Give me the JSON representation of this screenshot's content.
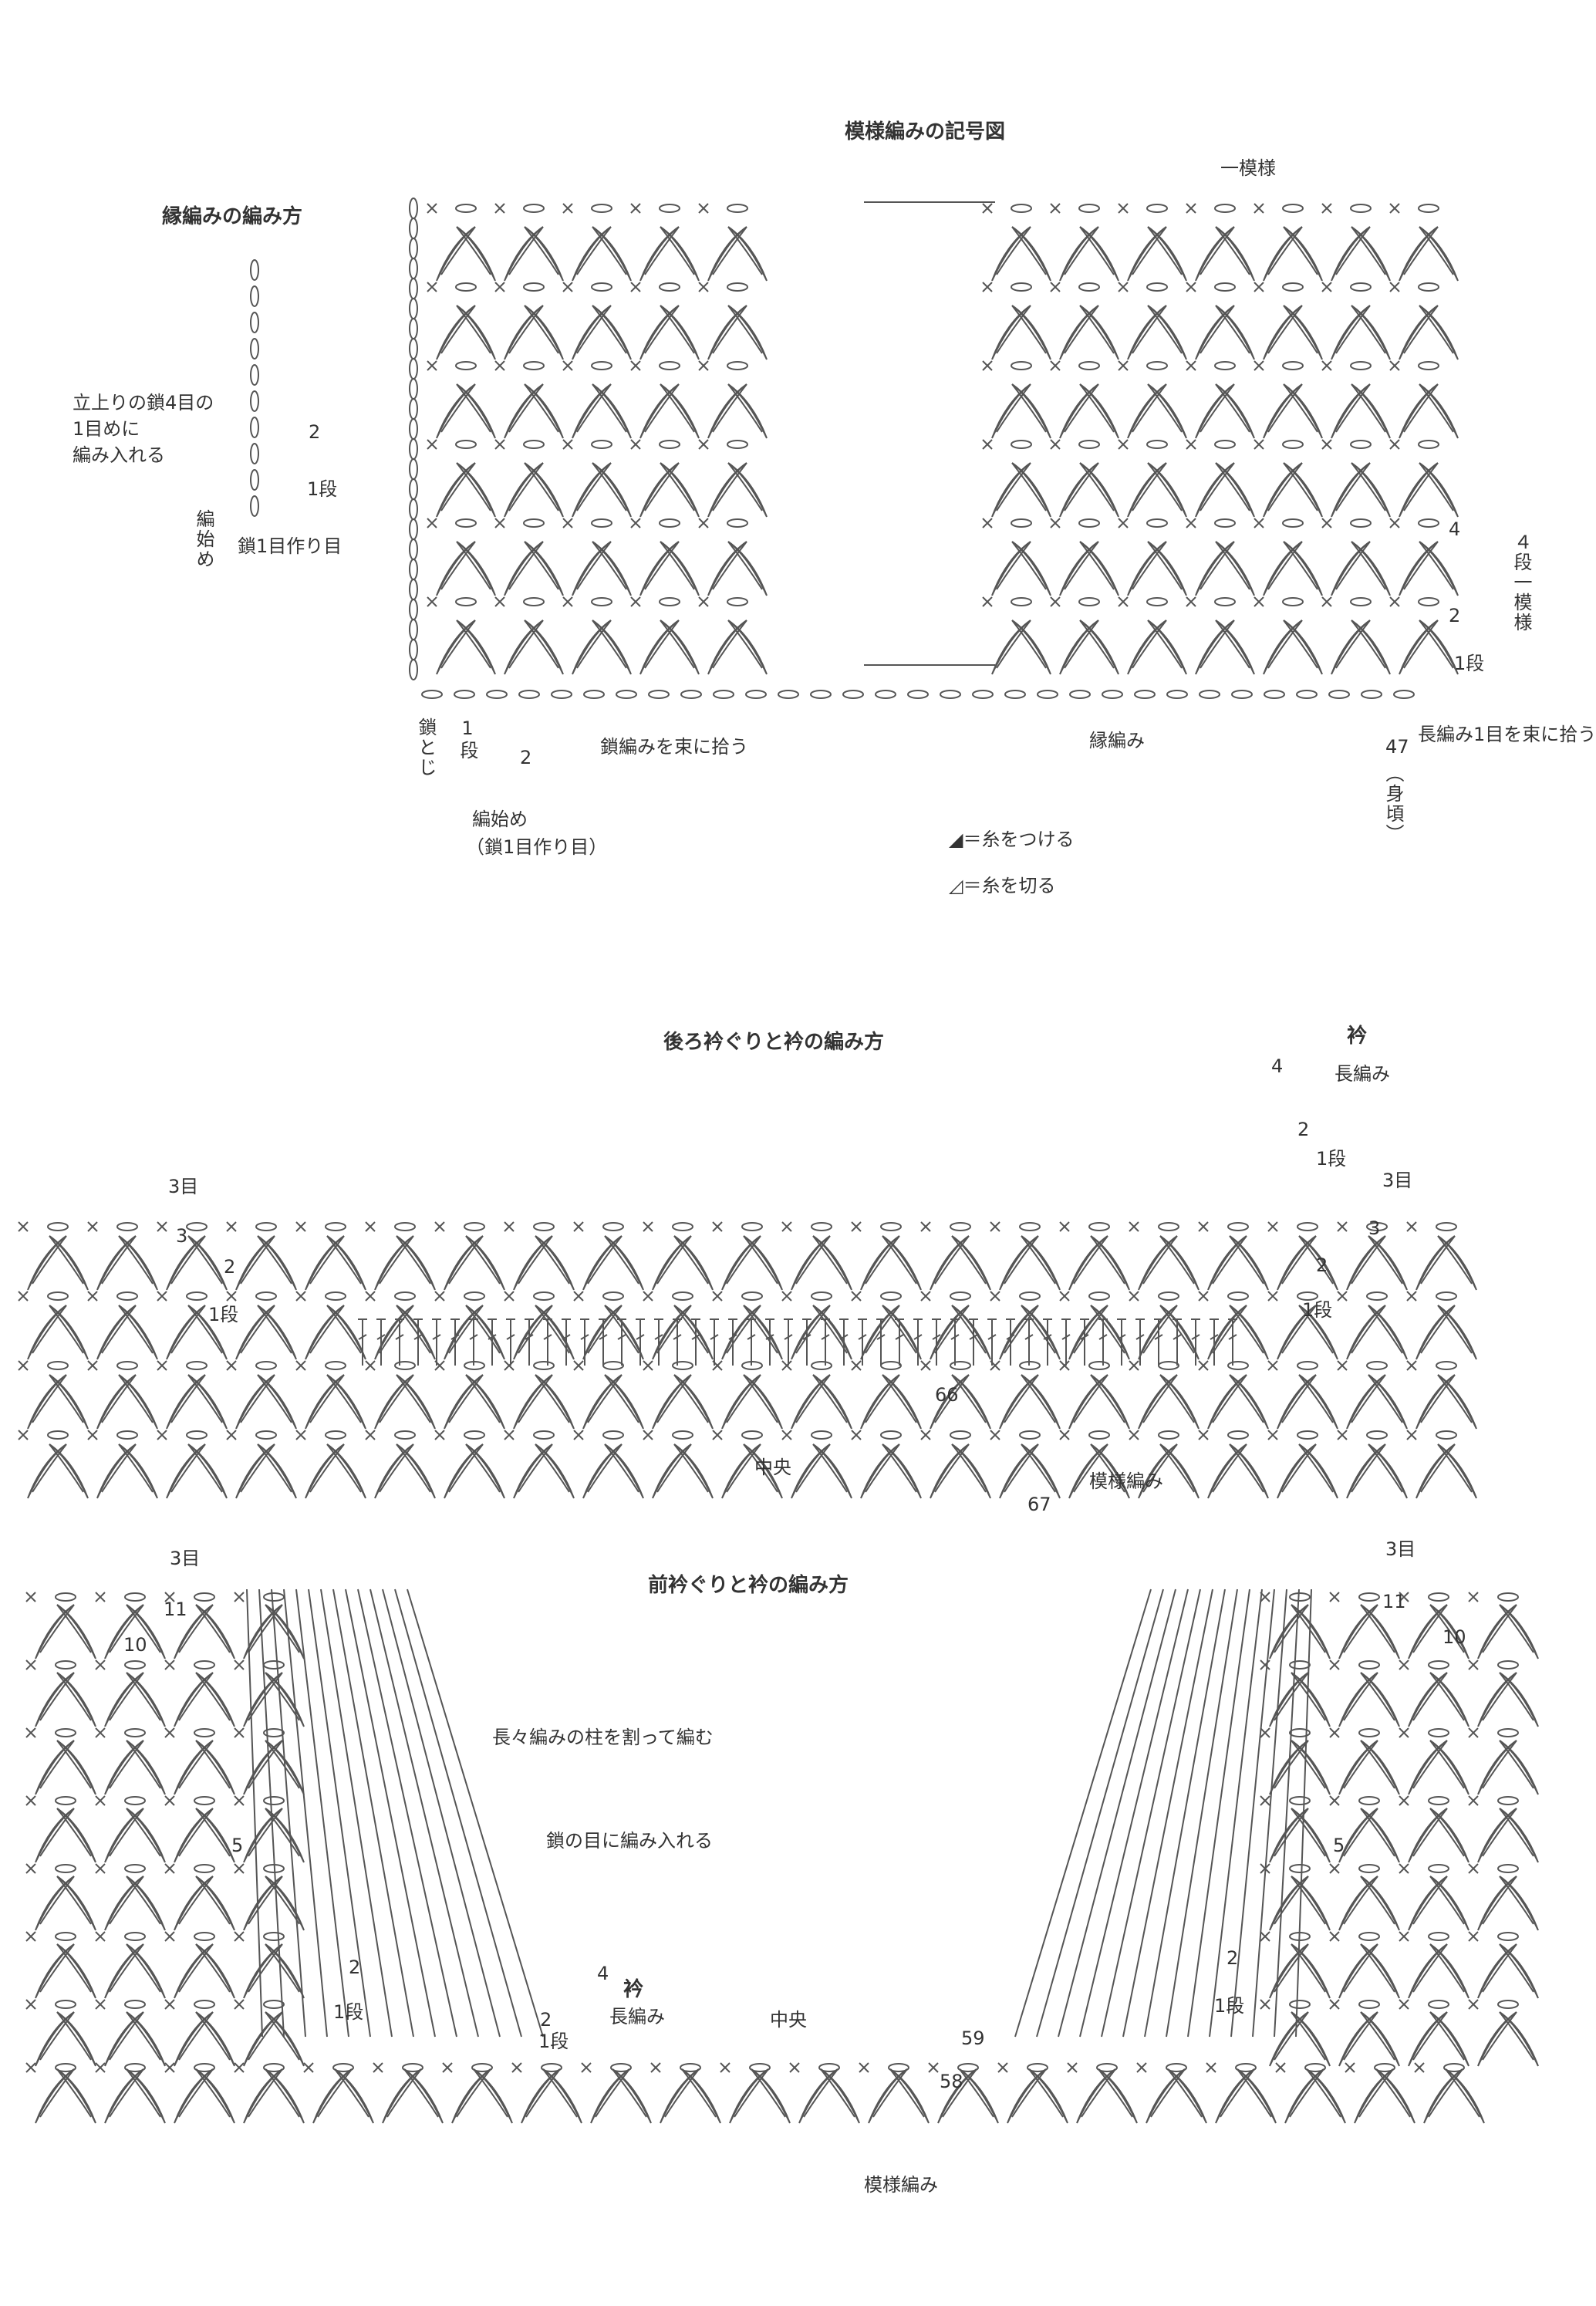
{
  "pattern_chart": {
    "title": "模様編みの記号図",
    "one_repeat": "一模様",
    "repeat_label": "４段一模様",
    "row_labels": [
      "1段",
      "2",
      "4"
    ],
    "bottom_labels": {
      "row1": "1段",
      "row2": "2",
      "pick_up": "鎖編みを束に拾う",
      "chain_close": "鎖とじ",
      "start": "編始め",
      "start_note": "（鎖1目作り目）",
      "edging": "縁編み",
      "dc_pick": "長編み1目を束に拾う",
      "count": "47",
      "count_note": "（身頃）"
    }
  },
  "edging_method": {
    "title": "縁編みの編み方",
    "note1": "立上りの鎖4目の",
    "note2": "1目めに",
    "note3": "編み入れる",
    "row2": "2",
    "row1": "1段",
    "start": "編始め",
    "foundation": "鎖1目作り目"
  },
  "legend": {
    "attach": "＝糸をつける",
    "cut": "＝糸を切る"
  },
  "back_neck": {
    "title": "後ろ衿ぐりと衿の編み方",
    "collar": "衿",
    "collar_stitch": "長編み",
    "left_3moku": "3目",
    "right_3moku": "3目",
    "left_rows": [
      "3",
      "2",
      "1段"
    ],
    "right_rows": [
      "3",
      "2",
      "1段"
    ],
    "collar_rows": [
      "4",
      "2",
      "1段"
    ],
    "center": "中央",
    "pattern": "模様編み",
    "n66": "66",
    "n67": "67"
  },
  "front_neck": {
    "title": "前衿ぐりと衿の編み方",
    "left_3moku": "3目",
    "right_3moku": "3目",
    "split_post": "長々編みの柱を割って編む",
    "into_chain": "鎖の目に編み入れる",
    "collar": "衿",
    "collar_stitch": "長編み",
    "left_rows": [
      "11",
      "10",
      "5",
      "2",
      "1段"
    ],
    "right_rows": [
      "11",
      "10",
      "5",
      "2",
      "1段"
    ],
    "collar_rows": [
      "4",
      "2",
      "1段"
    ],
    "center": "中央",
    "n59": "59",
    "n58": "58",
    "pattern": "模様編み"
  }
}
